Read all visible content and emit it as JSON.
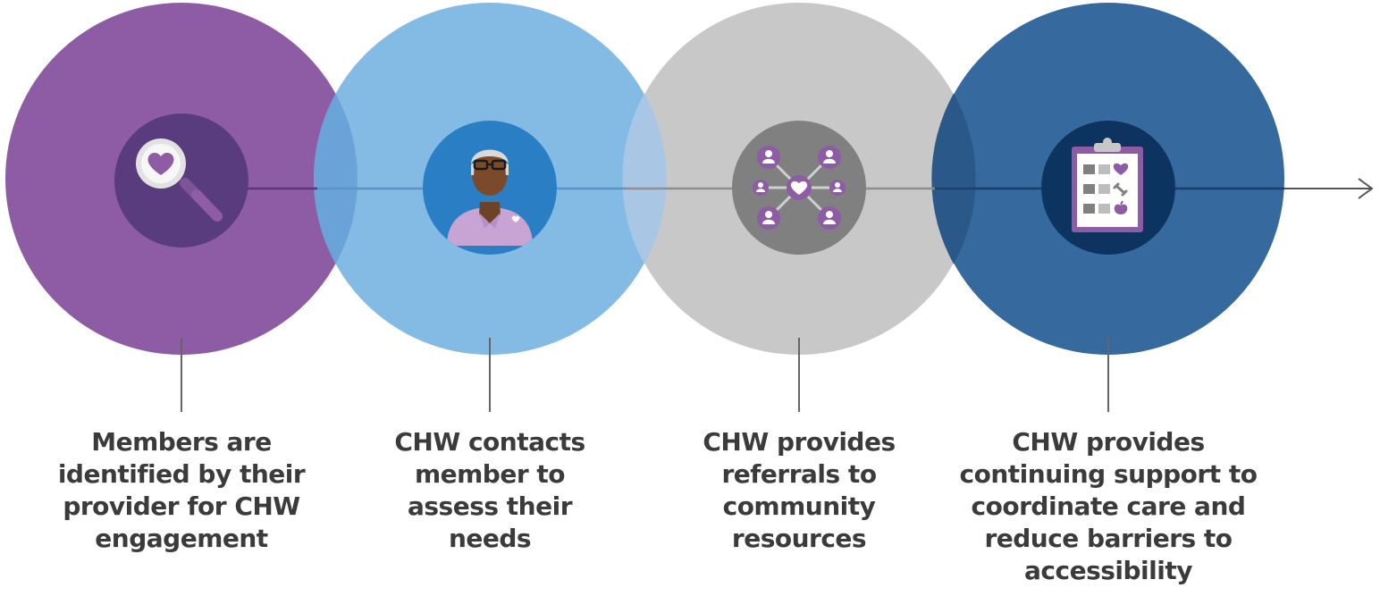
{
  "colors": {
    "purple": "#8e5ba5",
    "light_blue": "#7fb9e4",
    "gray": "#c6c6c6",
    "dark_blue": "#2f659c",
    "text": "#3b3b3b",
    "line": "#666666"
  },
  "steps": [
    {
      "icon": "magnifying-glass-heart-icon",
      "lines": [
        "Members are",
        "identified by their",
        "provider for CHW",
        "engagement"
      ]
    },
    {
      "icon": "community-health-worker-avatar-icon",
      "lines": [
        "CHW contacts",
        "member to",
        "assess their",
        "needs"
      ]
    },
    {
      "icon": "referral-network-icon",
      "lines": [
        "CHW provides",
        "referrals to",
        "community",
        "resources"
      ]
    },
    {
      "icon": "care-plan-clipboard-icon",
      "lines": [
        "CHW provides",
        "continuing support to",
        "coordinate care and",
        "reduce barriers to",
        "accessibility"
      ]
    }
  ]
}
